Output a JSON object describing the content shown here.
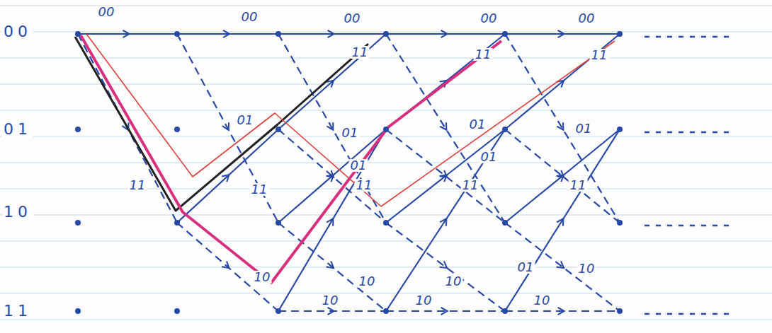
{
  "diagram": {
    "labels": [
      "00",
      "00",
      "00",
      "00",
      "00",
      "00",
      "11",
      "11",
      "11",
      "01",
      "01",
      "01",
      "01",
      "01",
      "01",
      "01",
      "11",
      "11",
      "11",
      "11",
      "11",
      "10",
      "10",
      "10",
      "10",
      "01",
      "10",
      "11",
      "10",
      "10",
      "10"
    ]
  }
}
